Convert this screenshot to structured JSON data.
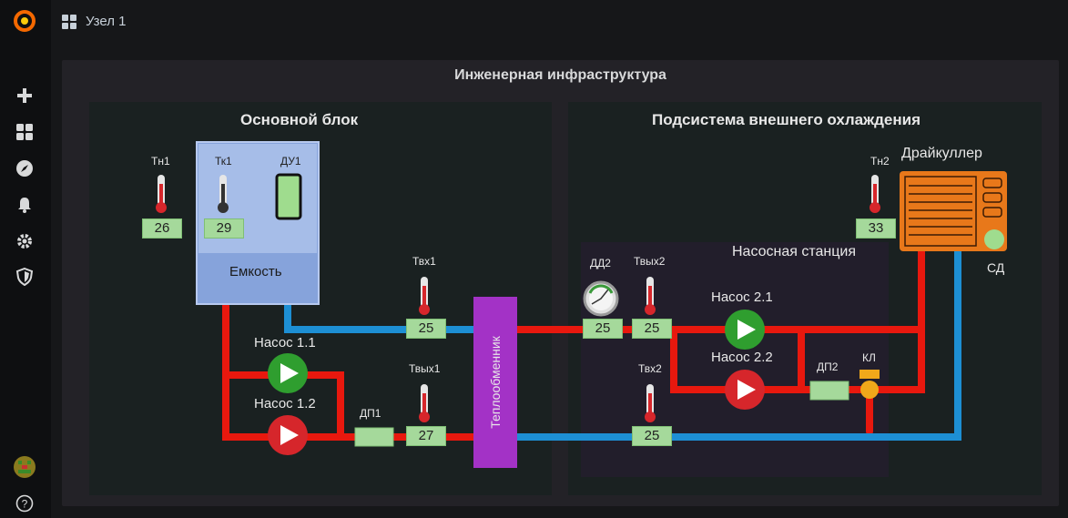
{
  "topbar": {
    "breadcrumb": "Узел 1"
  },
  "panel": {
    "title": "Инженерная инфраструктура",
    "main_block": {
      "title": "Основной блок",
      "tn1": {
        "label": "Тн1",
        "value": "26"
      },
      "tank": {
        "label": "Емкость",
        "tk1": {
          "label": "Тк1",
          "value": "29"
        },
        "du1_label": "ДУ1"
      },
      "pump11": "Насос 1.1",
      "pump12": "Насос 1.2",
      "dp1": "ДП1",
      "tvx1": {
        "label": "Твх1",
        "value": "25"
      },
      "tvyx1": {
        "label": "Твых1",
        "value": "27"
      }
    },
    "heat_exchanger": "Теплообменник",
    "cooling": {
      "title": "Подсистема внешнего охлаждения",
      "drycooler": "Драйкуллер",
      "sd": "СД",
      "tn2": {
        "label": "Тн2",
        "value": "33"
      },
      "pump_station": {
        "title": "Насосная станция",
        "dd2": {
          "label": "ДД2",
          "value": "25"
        },
        "tvyx2": {
          "label": "Твых2",
          "value": "25"
        },
        "tvx2": {
          "label": "Твх2",
          "value": "25"
        },
        "pump21": "Насос 2.1",
        "pump22": "Насос 2.2",
        "dp2": "ДП2",
        "kl": "КЛ"
      }
    }
  },
  "colors": {
    "hot_pipe": "#e8180e",
    "cold_pipe": "#1d8fd4",
    "pump_green": "#2f9e2f",
    "pump_red": "#d6262b",
    "value_bg": "#a5d99b",
    "exchanger": "#a332c6",
    "drycooler": "#e8781a"
  },
  "icons": [
    "grafana-logo-icon",
    "plus-icon",
    "dashboards-icon",
    "explore-icon",
    "bell-icon",
    "gear-icon",
    "shield-icon",
    "avatar",
    "help-icon",
    "grid-icon",
    "thermometer-icon",
    "pressure-gauge-icon",
    "valve-icon",
    "pump-icon"
  ]
}
